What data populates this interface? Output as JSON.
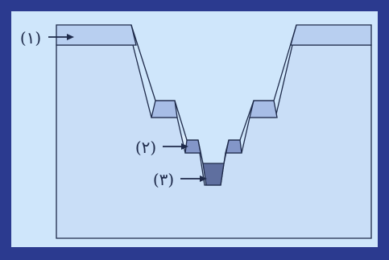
{
  "labels": {
    "label_1": "(١)",
    "label_2": "(٢)",
    "label_3": "(٣)"
  },
  "colors": {
    "frame_border": "#2b3a8f",
    "panel_background": "#cfe6fb",
    "basin_fill": "#c9def7",
    "top_band_fill": "#b8cff0",
    "step_light_fill": "#a7bde6",
    "step_mid_fill": "#8396c8",
    "deep_fill": "#5f6f9f",
    "outline": "#1e2a4a",
    "label_box": "#dcecfb"
  }
}
